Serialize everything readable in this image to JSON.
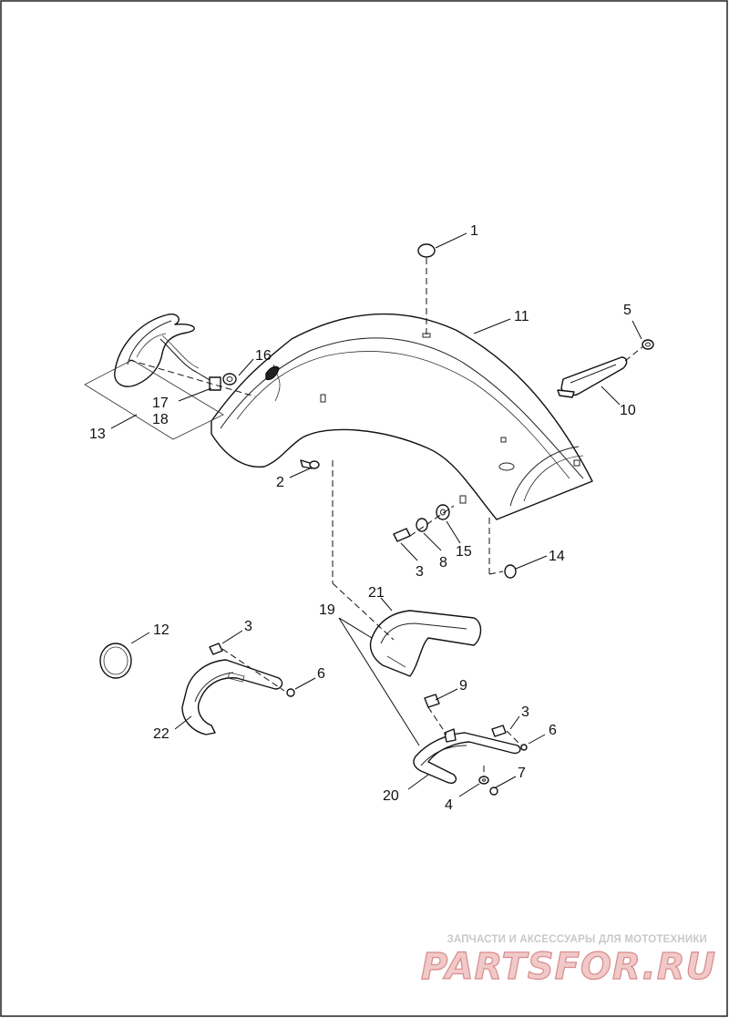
{
  "diagram": {
    "callouts": [
      "1",
      "2",
      "3",
      "3",
      "3",
      "4",
      "5",
      "6",
      "6",
      "7",
      "8",
      "9",
      "10",
      "11",
      "12",
      "13",
      "14",
      "15",
      "16",
      "17",
      "18",
      "19",
      "20",
      "21",
      "22"
    ],
    "reference": ""
  },
  "watermark": {
    "subtitle": "ЗАПЧАСТИ И АКСЕССУАРЫ ДЛЯ МОТОТЕХНИКИ",
    "brand": "PARTSFOR.RU"
  }
}
